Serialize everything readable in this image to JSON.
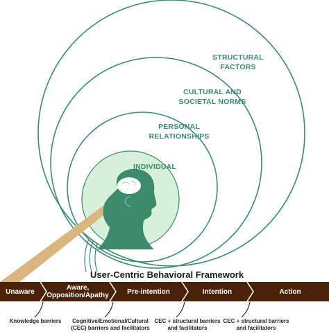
{
  "rings": {
    "structural": "STRUCTURAL FACTORS",
    "cultural": "CULTURAL AND SOCIETAL NORMS",
    "personal": "PERSONAL RELATIONSHIPS",
    "individual": "INDIVIDUAL"
  },
  "framework_title": "User-Centric Behavioral Framework",
  "stages": [
    {
      "label": "Unaware"
    },
    {
      "label": "Aware, Opposition/Apathy"
    },
    {
      "label": "Pre-intention"
    },
    {
      "label": "Intention"
    },
    {
      "label": "Action"
    }
  ],
  "barriers": [
    {
      "text": "Knowledge barriers"
    },
    {
      "text": "Cognitive/Emotional/Cultural (CEC) barriers and facilitators"
    },
    {
      "text": "CEC + structural barriers and facilitators"
    },
    {
      "text": "CEC + structural barriers and facilitators"
    }
  ],
  "colors": {
    "ring": "#3a8a70",
    "individual_fill": "#d7f0d9",
    "silhouette": "#3e8a6c",
    "band": "#4a220a",
    "beam": "#d9b57f"
  }
}
